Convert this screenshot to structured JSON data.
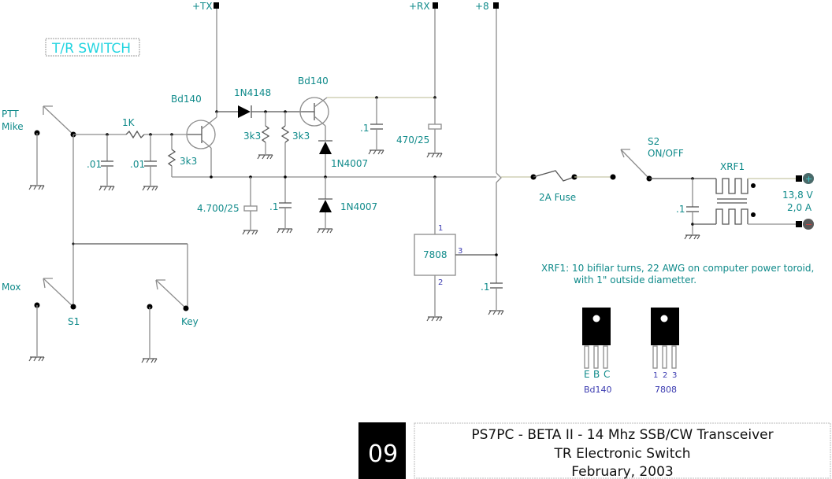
{
  "title_label": "T/R SWITCH",
  "rails": {
    "tx": "+TX",
    "rx": "+RX",
    "v8": "+8"
  },
  "inputs": {
    "ptt_line1": "PTT",
    "ptt_line2": "Mike",
    "mox": "Mox",
    "s1": "S1",
    "key": "Key"
  },
  "components": {
    "r_1k": "1K",
    "c_01a": ".01",
    "c_01b": ".01",
    "r_3k3_base": "3k3",
    "q1": "Bd140",
    "d_1n4148": "1N4148",
    "r_3k3_a": "3k3",
    "r_3k3_b": "3k3",
    "q2": "Bd140",
    "d_1n4007_top": "1N4007",
    "d_1n4007_bottom": "1N4007",
    "c_01_rx": ".1",
    "c_470": "470/25",
    "c_4700": "4.700/25",
    "c_01_mid": ".1",
    "reg": "7808",
    "reg_pin1": "1",
    "reg_pin2": "2",
    "reg_pin3": "3",
    "c_01_reg": ".1",
    "fuse": "2A Fuse",
    "s2_line1": "S2",
    "s2_line2": "ON/OFF",
    "xrf1": "XRF1",
    "c_01_pwr": ".1",
    "supply_v": "13,8 V",
    "supply_a": "2,0 A"
  },
  "note": {
    "line1": "XRF1: 10 bifilar turns, 22 AWG on  computer power toroid,",
    "line2": "with 1\" outside diametter."
  },
  "packages": [
    {
      "name": "Bd140",
      "pins": [
        "E",
        "B",
        "C"
      ]
    },
    {
      "name": "7808",
      "pins": [
        "1",
        "2",
        "3"
      ]
    }
  ],
  "footer": {
    "page_number": "09",
    "line1": "PS7PC  -  BETA II - 14 Mhz SSB/CW Transceiver",
    "line2": "TR Electronic Switch",
    "line3": "February, 2003"
  },
  "colors": {
    "label": "#0f8a8a",
    "title": "#22d4e0",
    "pin_label": "#3a3ab0"
  }
}
